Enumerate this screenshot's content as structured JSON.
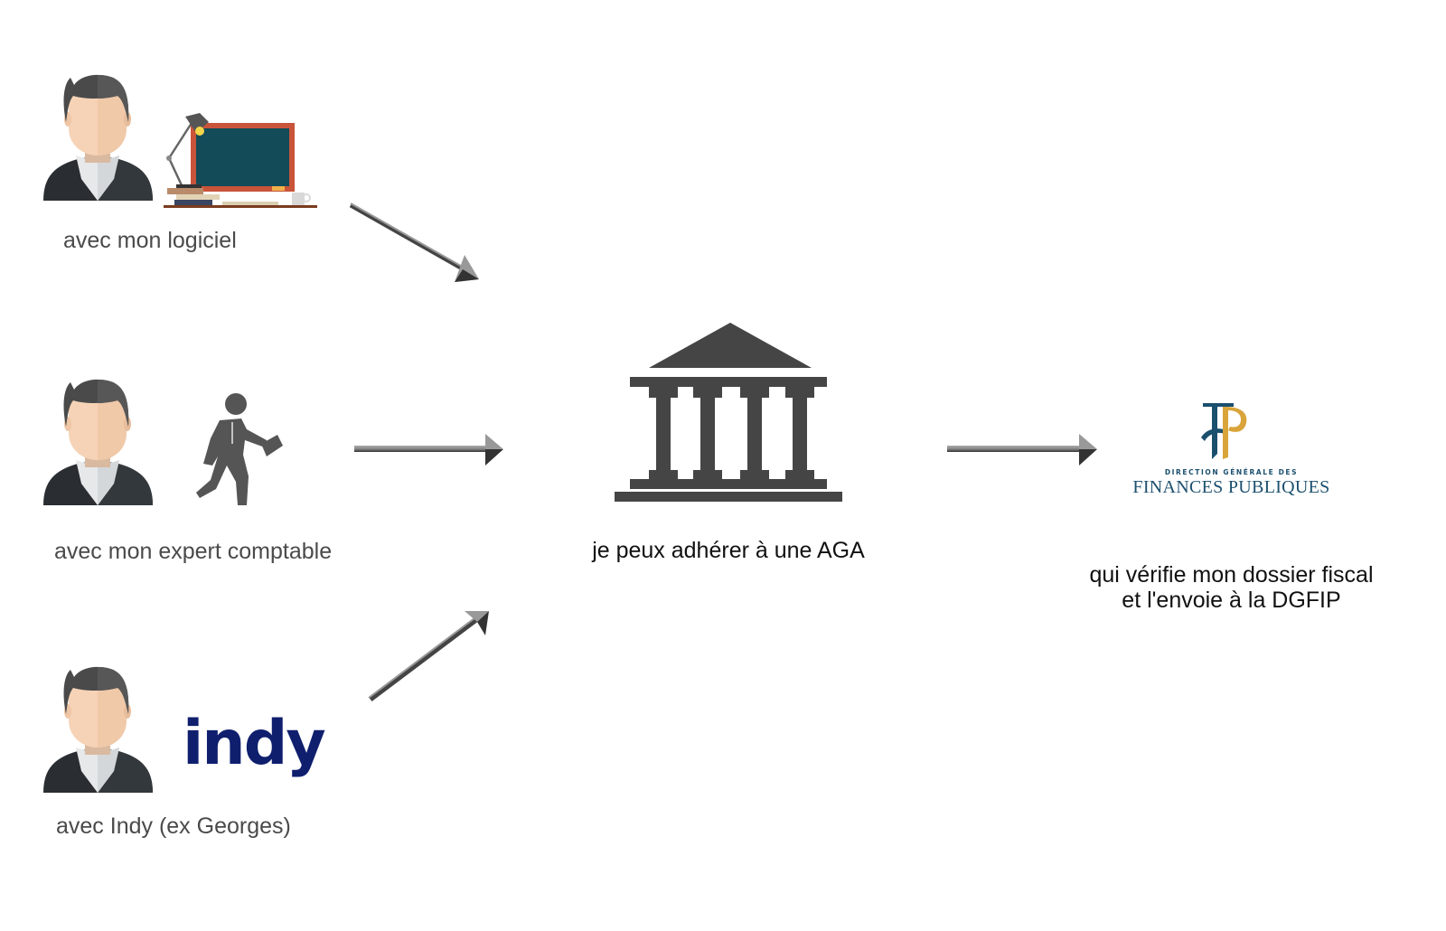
{
  "sources": [
    {
      "id": "logiciel",
      "label": "avec mon logiciel",
      "icon": "desk-with-laptop-icon"
    },
    {
      "id": "expert",
      "label": "avec mon expert comptable",
      "icon": "walking-businessman-icon"
    },
    {
      "id": "indy",
      "label": "avec Indy (ex Georges)",
      "icon": "indy-logo",
      "logo_text": "indy"
    }
  ],
  "center": {
    "label": "je peux adhérer à une AGA",
    "icon": "bank-building-icon"
  },
  "destination": {
    "logo_small_text": "DIRECTION GÉNÉRALE DES",
    "logo_big_text": "FINANCES PUBLIQUES",
    "line1": "qui vérifie mon dossier fiscal",
    "line2": "et l'envoie à la DGFIP"
  },
  "colors": {
    "indy_blue": "#0f1f6e",
    "dgfip_blue": "#1b4f6e",
    "dgfip_gold": "#d9a43a",
    "icon_grey": "#454545",
    "board_teal": "#134b58",
    "board_frame": "#c9543a"
  }
}
